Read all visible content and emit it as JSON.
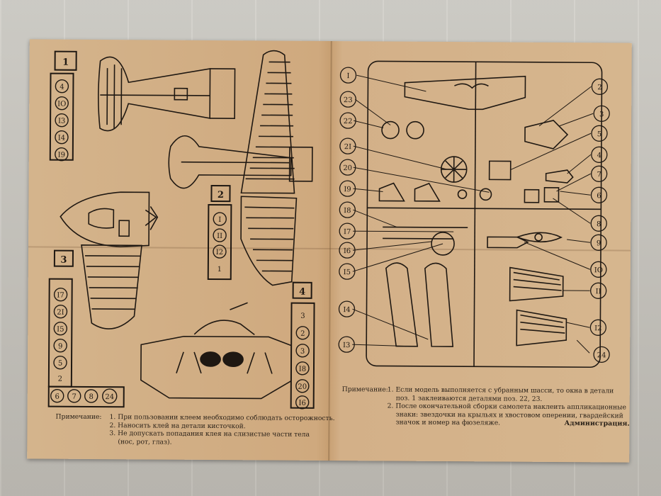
{
  "left_page": {
    "sections": [
      {
        "number": "1",
        "parts": [
          "4",
          "IO",
          "I3",
          "I4",
          "I9"
        ]
      },
      {
        "number": "2",
        "parts": [
          "I",
          "II",
          "I2",
          "1"
        ]
      },
      {
        "number": "3",
        "parts": [
          "I7",
          "2I",
          "I5",
          "9",
          "5",
          "2",
          "6",
          "7",
          "8",
          "24"
        ]
      },
      {
        "number": "4",
        "parts": [
          "3",
          "2",
          "3",
          "I8",
          "20",
          "I6"
        ]
      }
    ],
    "note": {
      "label": "Примечание:",
      "items": [
        "1. При пользовании клеем необходимо соблюдать осторожность.",
        "2. Наносить клей на детали кисточкой.",
        "3. Не допускать попадания клея на слизистые части тела",
        "(нос, рот, глаз)."
      ]
    }
  },
  "right_page": {
    "callouts_left": [
      "I",
      "23",
      "22",
      "2I",
      "20",
      "I9",
      "I8",
      "I7",
      "I6",
      "I5",
      "I4",
      "I3"
    ],
    "callouts_right": [
      "2",
      "3",
      "5",
      "4",
      "7",
      "6",
      "8",
      "9",
      "IO",
      "II",
      "I2",
      "24"
    ],
    "note": {
      "label": "Примечание:",
      "items": [
        "1. Если модель выполняется с убранным шасси, то окна в детали",
        "поз. 1 заклеиваются деталями поз. 22, 23.",
        "2. После окончательной сборки самолета наклеить аппликационные",
        "знаки: звездочки на крыльях и хвостовом оперении, гвардейский",
        "значок и номер на фюзеляже."
      ]
    },
    "signature": "Администрация."
  }
}
